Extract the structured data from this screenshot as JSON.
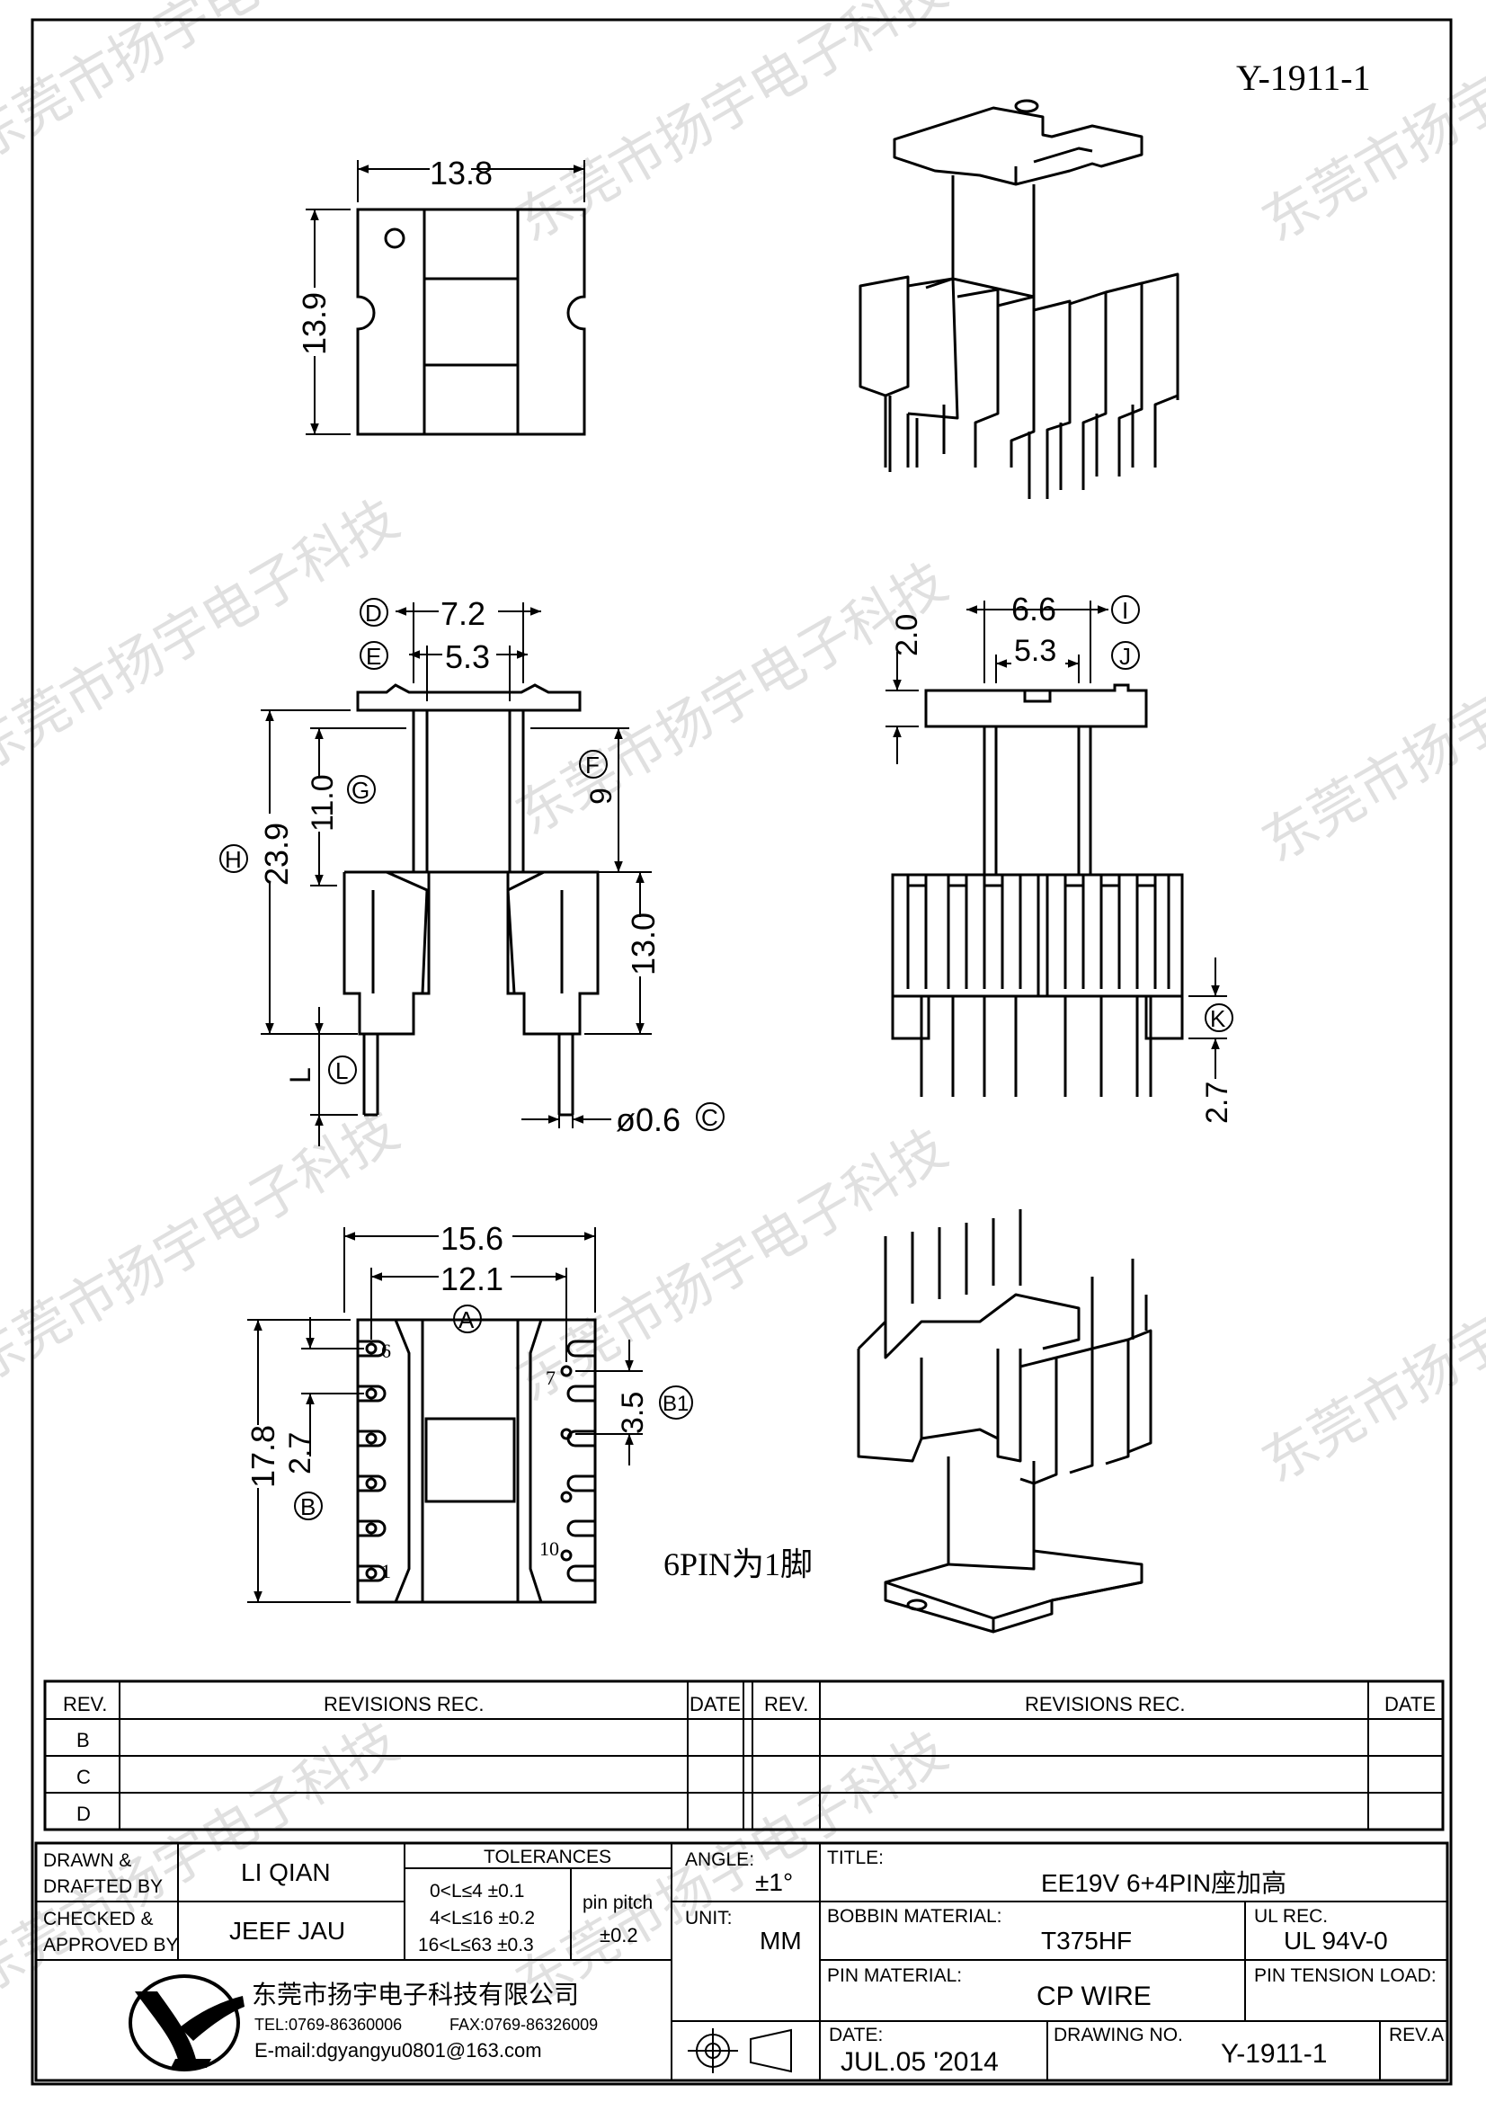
{
  "drawing": {
    "number_top": "Y-1911-1",
    "pin_note": "6PIN为1脚",
    "watermark": "东莞市扬宇电子科技"
  },
  "dims": {
    "top_width": "13.8",
    "top_height": "13.9",
    "front_D": "7.2",
    "front_E": "5.3",
    "front_G": "11.0",
    "front_F": "9",
    "front_H": "23.9",
    "front_lower": "13.0",
    "front_L": "L",
    "front_pin_dia": "ø0.6",
    "side_I": "6.6",
    "side_J": "5.3",
    "side_top": "2.0",
    "side_K": "2.7",
    "bottom_A_outer": "15.6",
    "bottom_A_inner": "12.1",
    "bottom_height": "17.8",
    "bottom_B": "2.7",
    "bottom_B1": "3.5",
    "pin6": "6",
    "pin7": "7",
    "pin1": "1",
    "pin10": "10"
  },
  "markers": {
    "A": "A",
    "B": "B",
    "B1": "B1",
    "C": "C",
    "D": "D",
    "E": "E",
    "F": "F",
    "G": "G",
    "H": "H",
    "I": "I",
    "J": "J",
    "K": "K",
    "L": "L"
  },
  "revisions": {
    "header_rev": "REV.",
    "header_rec": "REVISIONS    REC.",
    "header_date": "DATE",
    "rows": [
      "B",
      "C",
      "D"
    ]
  },
  "title_block": {
    "drawn_label_1": "DRAWN  &",
    "drawn_label_2": "DRAFTED  BY",
    "drawn_value": "LI QIAN",
    "checked_label_1": "CHECKED  &",
    "checked_label_2": "APPROVED  BY",
    "checked_value": "JEEF JAU",
    "tolerances_label": "TOLERANCES",
    "tol_1": "0<L≤4    ±0.1",
    "tol_2": "4<L≤16  ±0.2",
    "tol_3": "16<L≤63 ±0.3",
    "pitch_label": "pin  pitch",
    "pitch_value": "±0.2",
    "angle_label": "ANGLE:",
    "angle_value": "±1°",
    "unit_label": "UNIT:",
    "unit_value": "MM",
    "title_label": "TITLE:",
    "title_value": "EE19V  6+4PIN座加高",
    "bobbin_label": "BOBBIN  MATERIAL:",
    "bobbin_value": "T375HF",
    "ul_label": "UL  REC.",
    "ul_value": "UL  94V-0",
    "pin_mat_label": "PIN  MATERIAL:",
    "pin_mat_value": "CP  WIRE",
    "pin_tension_label": "PIN  TENSION  LOAD:",
    "date_label": "DATE:",
    "date_value": "JUL.05  '2014",
    "drawing_no_label": "DRAWING  NO.",
    "drawing_no_value": "Y-1911-1",
    "rev_value": "REV.A",
    "company": "东莞市扬宇电子科技有限公司",
    "tel": "TEL:0769-86360006",
    "fax": "FAX:0769-86326009",
    "email": "E-mail:dgyangyu0801@163.com"
  }
}
